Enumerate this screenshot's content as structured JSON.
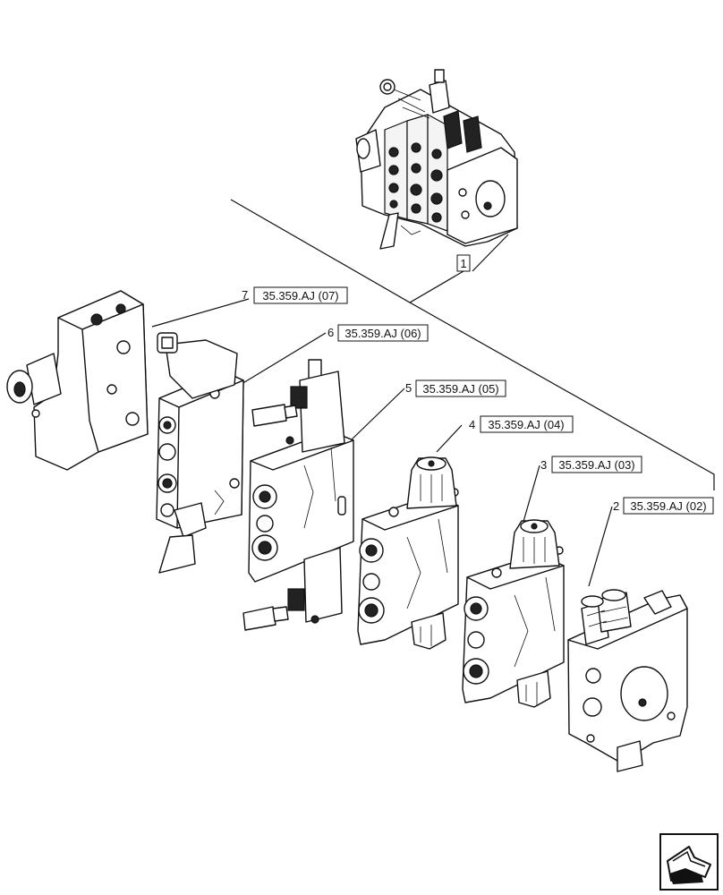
{
  "assembly": {
    "callout": "1"
  },
  "parts": [
    {
      "callout": "7",
      "ref": "35.359.AJ (07)"
    },
    {
      "callout": "6",
      "ref": "35.359.AJ (06)"
    },
    {
      "callout": "5",
      "ref": "35.359.AJ (05)"
    },
    {
      "callout": "4",
      "ref": "35.359.AJ (04)"
    },
    {
      "callout": "3",
      "ref": "35.359.AJ (03)"
    },
    {
      "callout": "2",
      "ref": "35.359.AJ (02)"
    }
  ],
  "icons": {
    "navigation": "next-page-arrow-icon"
  }
}
